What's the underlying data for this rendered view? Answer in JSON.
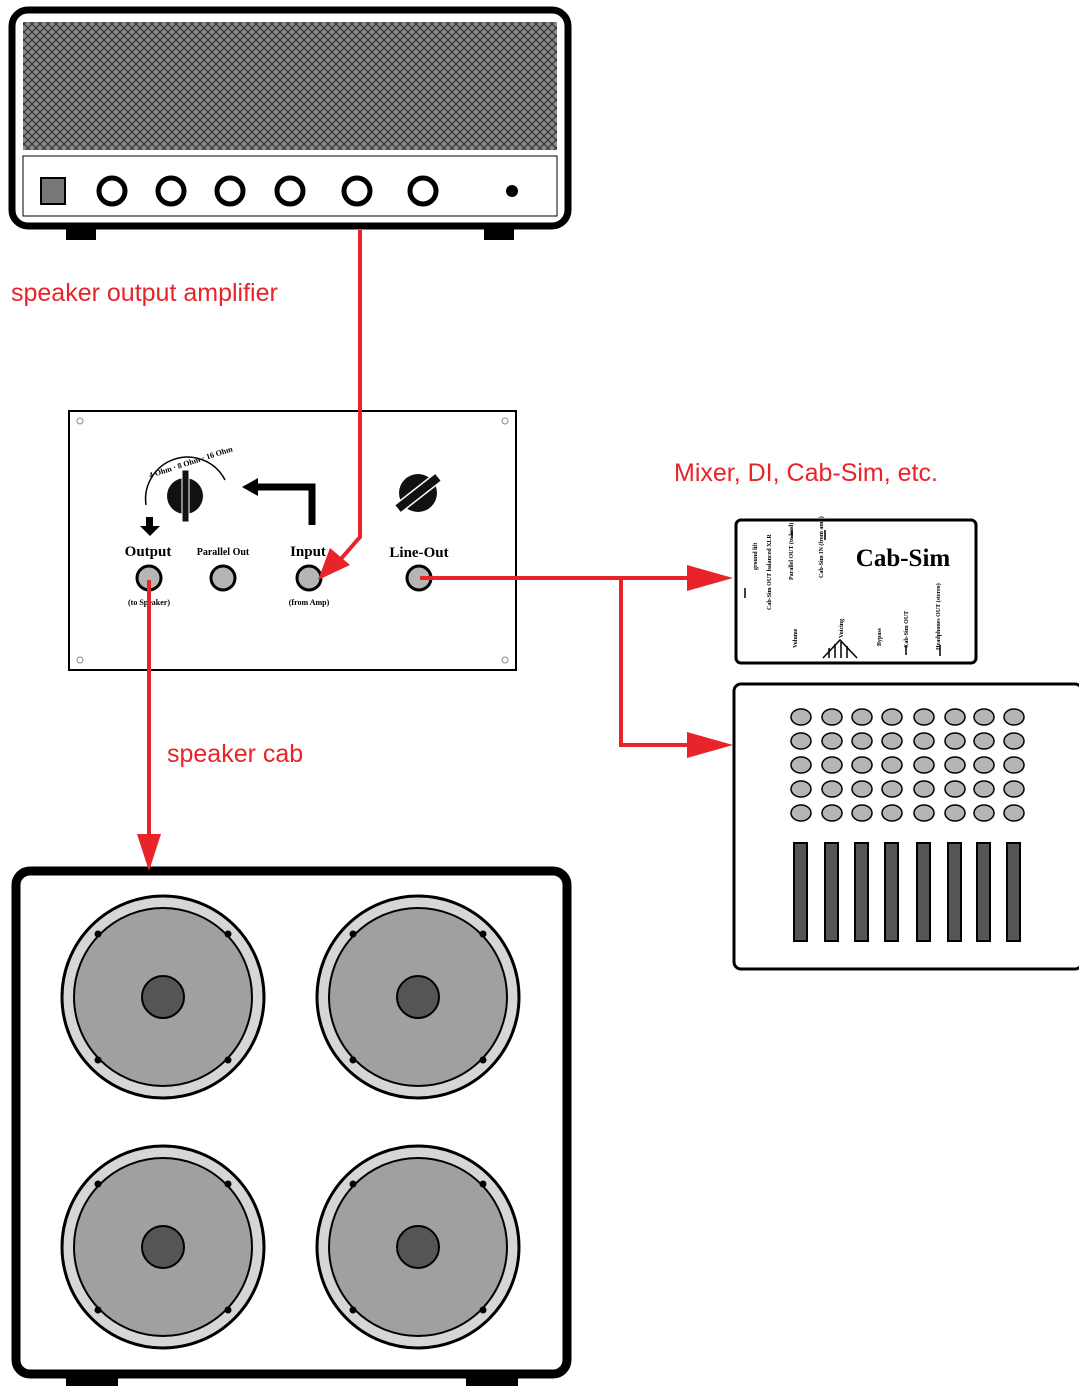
{
  "labels": {
    "amp_output": "speaker output amplifier",
    "destinations": "Mixer, DI, Cab-Sim, etc.",
    "speaker_cab": "speaker cab"
  },
  "loadbox": {
    "impedance": "4 Ohm · 8 Ohm · 16 Ohm",
    "jacks": [
      {
        "name": "Output",
        "sub": "(to Speaker)"
      },
      {
        "name": "Parallel Out",
        "sub": ""
      },
      {
        "name": "Input",
        "sub": "(from Amp)"
      },
      {
        "name": "Line-Out",
        "sub": ""
      }
    ]
  },
  "cabsim": {
    "title": "Cab-Sim",
    "labels": [
      "ground lift",
      "Cab-Sim OUT balanced XLR",
      "Parallel OUT (to load)",
      "Cab-Sim IN (from amp)",
      "Volume",
      "Voicing",
      "Bypass",
      "Cab-Sim OUT",
      "Headphones OUT (stereo)"
    ]
  },
  "colors": {
    "cable": "#e8232a",
    "outline": "#000000",
    "jack": "#b5b5b5",
    "cone": "#a0a0a0",
    "dustcap": "#555555"
  }
}
